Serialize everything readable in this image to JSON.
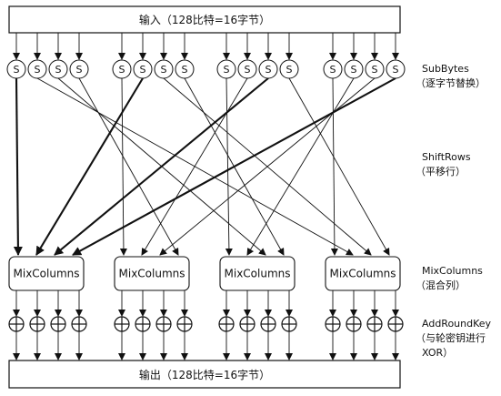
{
  "input_label": "输入（128比特=16字节）",
  "output_label": "输出（128比特=16字节）",
  "sbox_label": "S",
  "mix_label": "MixColumns",
  "side_labels": {
    "subbytes": {
      "title": "SubBytes",
      "subtitle": "（逐字节替换）"
    },
    "shiftrows": {
      "title": "ShiftRows",
      "subtitle": "（平移行）"
    },
    "mixcolumns": {
      "title": "MixColumns",
      "subtitle": "（混合列）"
    },
    "addroundkey": {
      "title": "AddRoundKey",
      "subtitle": "（与轮密钥进行",
      "subtitle2": "XOR）"
    }
  },
  "colors": {
    "stroke": "#111111",
    "background": "#ffffff"
  }
}
